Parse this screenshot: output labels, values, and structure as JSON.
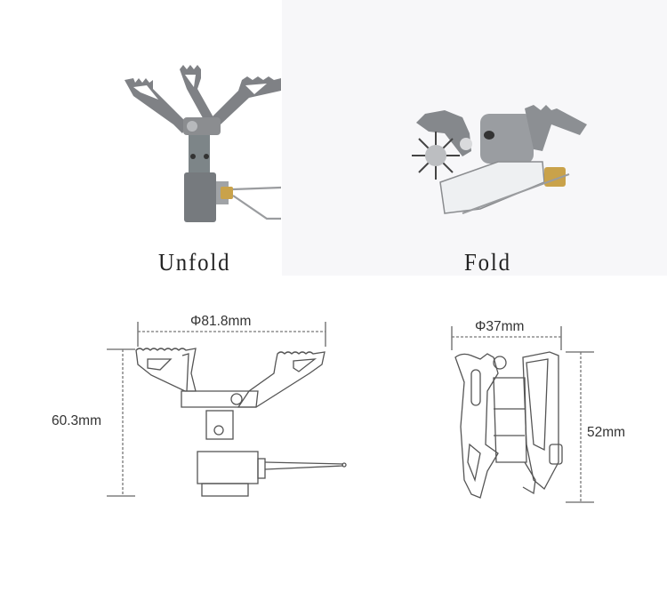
{
  "photos": {
    "unfold": {
      "caption": "Unfold",
      "subject": "stove-unfolded-photo"
    },
    "fold": {
      "caption": "Fold",
      "subject": "stove-folded-photo"
    }
  },
  "diagrams": {
    "unfold": {
      "width_label": "Φ81.8mm",
      "height_label": "60.3mm"
    },
    "fold": {
      "width_label": "Φ37mm",
      "height_label": "52mm"
    }
  },
  "colors": {
    "metal": "#8a8c8f",
    "metal_dark": "#5f6165",
    "brass": "#c9a24a",
    "line": "#555555",
    "dim_line": "#666666",
    "fold_panel_bg": "#f7f7f9"
  }
}
